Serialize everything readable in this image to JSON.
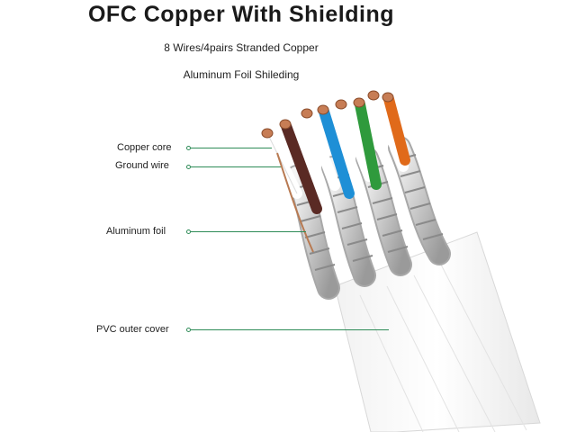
{
  "header": {
    "title": "OFC Copper With Shielding",
    "line1": "8 Wires/4pairs Stranded Copper",
    "line2": "Aluminum Foil Shileding"
  },
  "callouts": [
    {
      "id": "copper",
      "label": "Copper core"
    },
    {
      "id": "ground",
      "label": "Ground wire"
    },
    {
      "id": "foil",
      "label": "Aluminum foil"
    },
    {
      "id": "pvc",
      "label": "PVC outer cover"
    }
  ],
  "colors": {
    "callout": "#2e8b57",
    "wire_brown": "#5a2a24",
    "wire_blue": "#1e8fd6",
    "wire_green": "#2f9a3c",
    "wire_orange": "#e06a1a",
    "copper": "#c77d55",
    "jacket": "#ffffff"
  },
  "icons": {
    "illustration": "flat-ethernet-cable-cutaway"
  }
}
